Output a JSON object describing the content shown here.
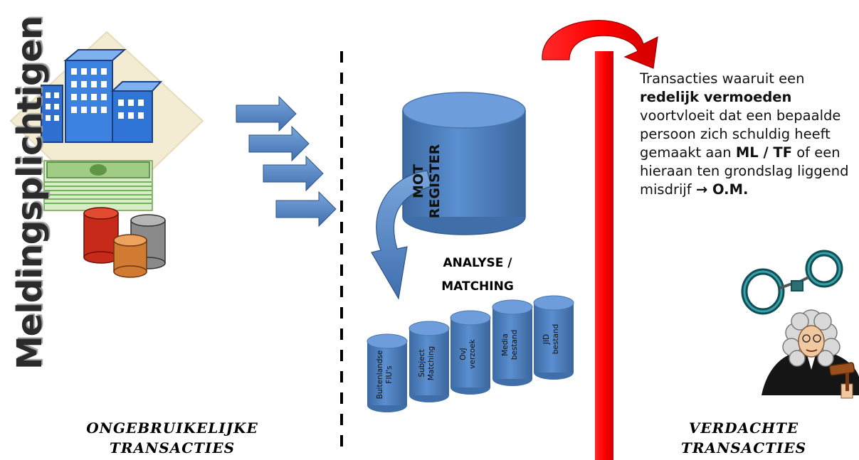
{
  "left_label": "Meldingsplichtigen",
  "left_caption": {
    "line1": "ONGEBRUIKELIJKE",
    "line2": "TRANSACTIES"
  },
  "center": {
    "register": {
      "line1": "MOT",
      "line2": "REGISTER"
    },
    "analyse": {
      "line1": "ANALYSE /",
      "line2": "MATCHING"
    },
    "databases": [
      {
        "line1": "Buitenlandse",
        "line2": "FIU's"
      },
      {
        "line1": "Subject",
        "line2": "Matching"
      },
      {
        "line1": "OvJ",
        "line2": "verzoek"
      },
      {
        "line1": "Media",
        "line2": "bestand"
      },
      {
        "line1": "JID",
        "line2": "bestand"
      }
    ]
  },
  "right_text": {
    "p1": "Transacties waaruit een ",
    "b1": "redelijk vermoeden",
    "p2": " voortvloeit dat een bepaalde persoon zich schuldig heeft gemaakt aan ",
    "b2": "ML / TF",
    "p3": " of een hieraan ten grondslag liggend misdrijf ",
    "arrow": "→",
    "b3": " O.M."
  },
  "right_caption": {
    "line1": "VERDACHTE",
    "line2": "TRANSACTIES"
  },
  "colors": {
    "arrow_blue": "#4f81bd",
    "cylinder_blue": "#4a7ebb",
    "red": "#ff0000"
  }
}
